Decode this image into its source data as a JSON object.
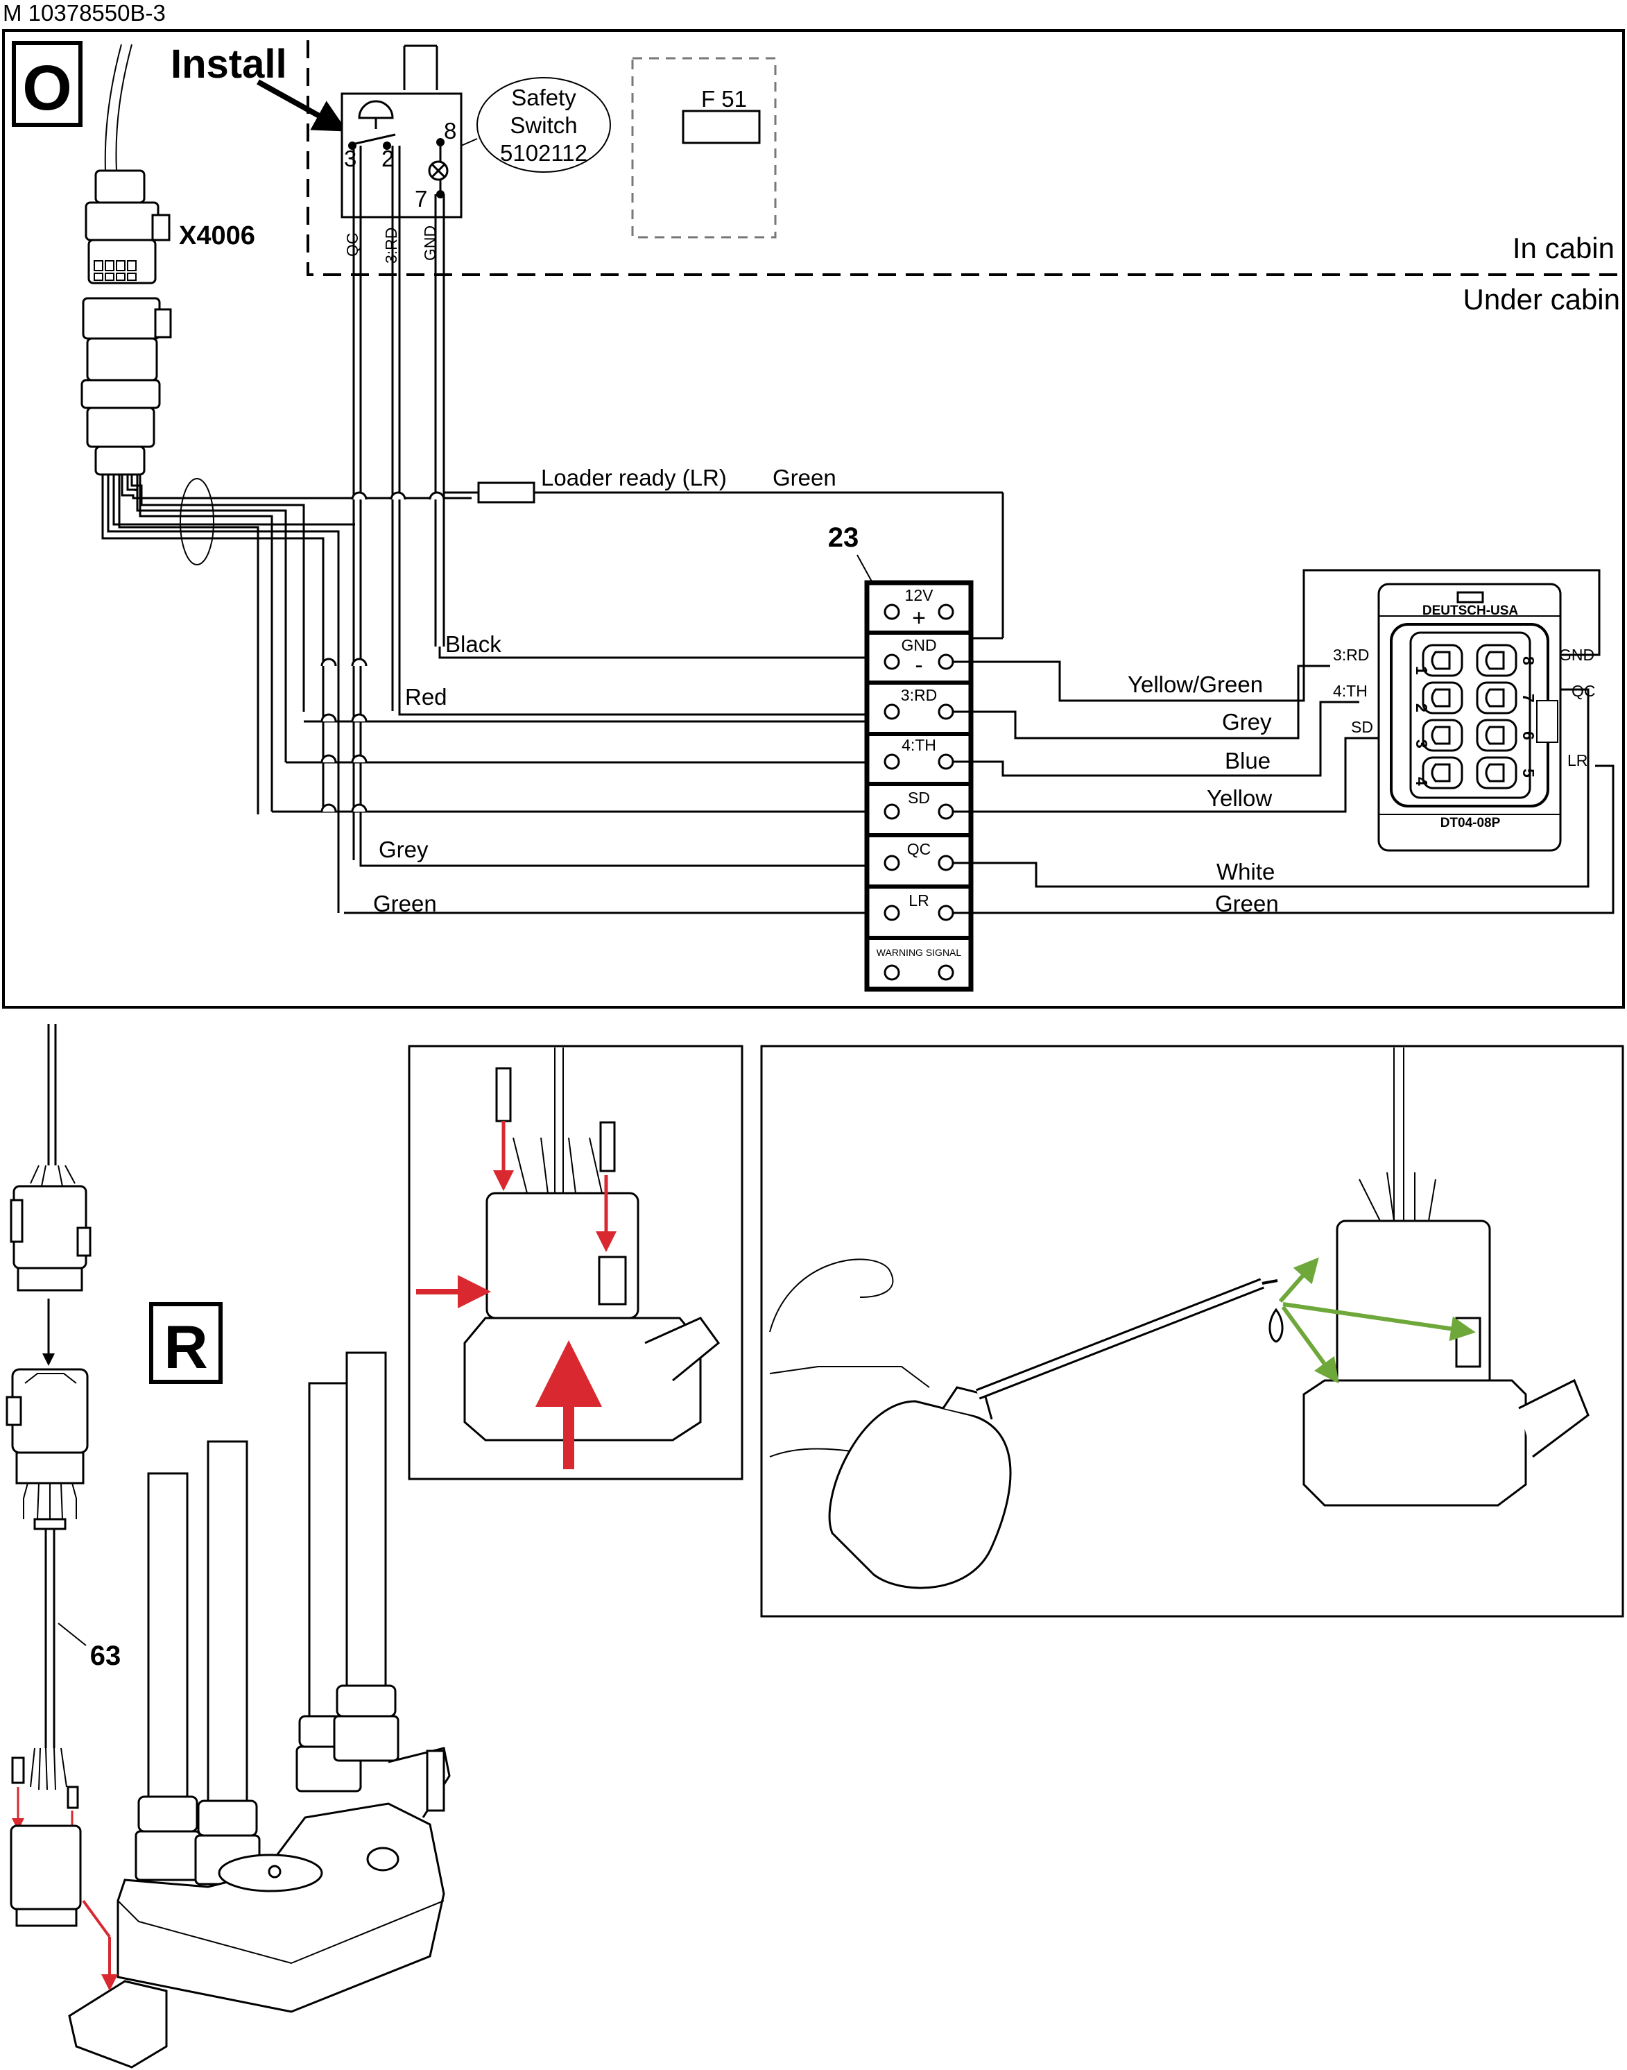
{
  "doc_ref": "M 10378550B-3",
  "panel_o": {
    "letter": "O",
    "install": "Install",
    "connector_x4006": "X4006",
    "safety_switch": {
      "line1": "Safety",
      "line2": "Switch",
      "line3": "5102112",
      "pins": [
        "3",
        "2",
        "8",
        "7"
      ]
    },
    "switch_wires": [
      "QC",
      "3:RD",
      "GND"
    ],
    "fuse": "F 51",
    "in_cabin": "In cabin",
    "under_cabin": "Under cabin",
    "loader_ready": "Loader ready (LR)",
    "loader_ready_color": "Green",
    "terminal_block": {
      "ref": "23",
      "rows": [
        "12V",
        "GND",
        "3:RD",
        "4:TH",
        "SD",
        "QC",
        "LR",
        "WARNING SIGNAL"
      ],
      "signs": [
        "+",
        "-"
      ]
    },
    "left_wire_colors": [
      "Black",
      "Red",
      "Grey",
      "Green"
    ],
    "right_wire_colors": [
      "Yellow/Green",
      "Grey",
      "Blue",
      "Yellow",
      "White",
      "Green"
    ],
    "deutsch": {
      "brand": "DEUTSCH-USA",
      "model": "DT04-08P",
      "left_labels": [
        "3:RD",
        "4:TH",
        "SD"
      ],
      "right_labels": [
        "GND",
        "QC",
        "LR"
      ],
      "pins_left": [
        "1",
        "2",
        "3",
        "4"
      ],
      "pins_right": [
        "8",
        "7",
        "6",
        "5"
      ]
    }
  },
  "panel_r": {
    "letter": "R",
    "ref_63": "63"
  },
  "colors": {
    "line": "#000000",
    "red_arrow": "#d9282f",
    "green_arrow": "#6fa83a",
    "sleeve": "#dddddd"
  }
}
